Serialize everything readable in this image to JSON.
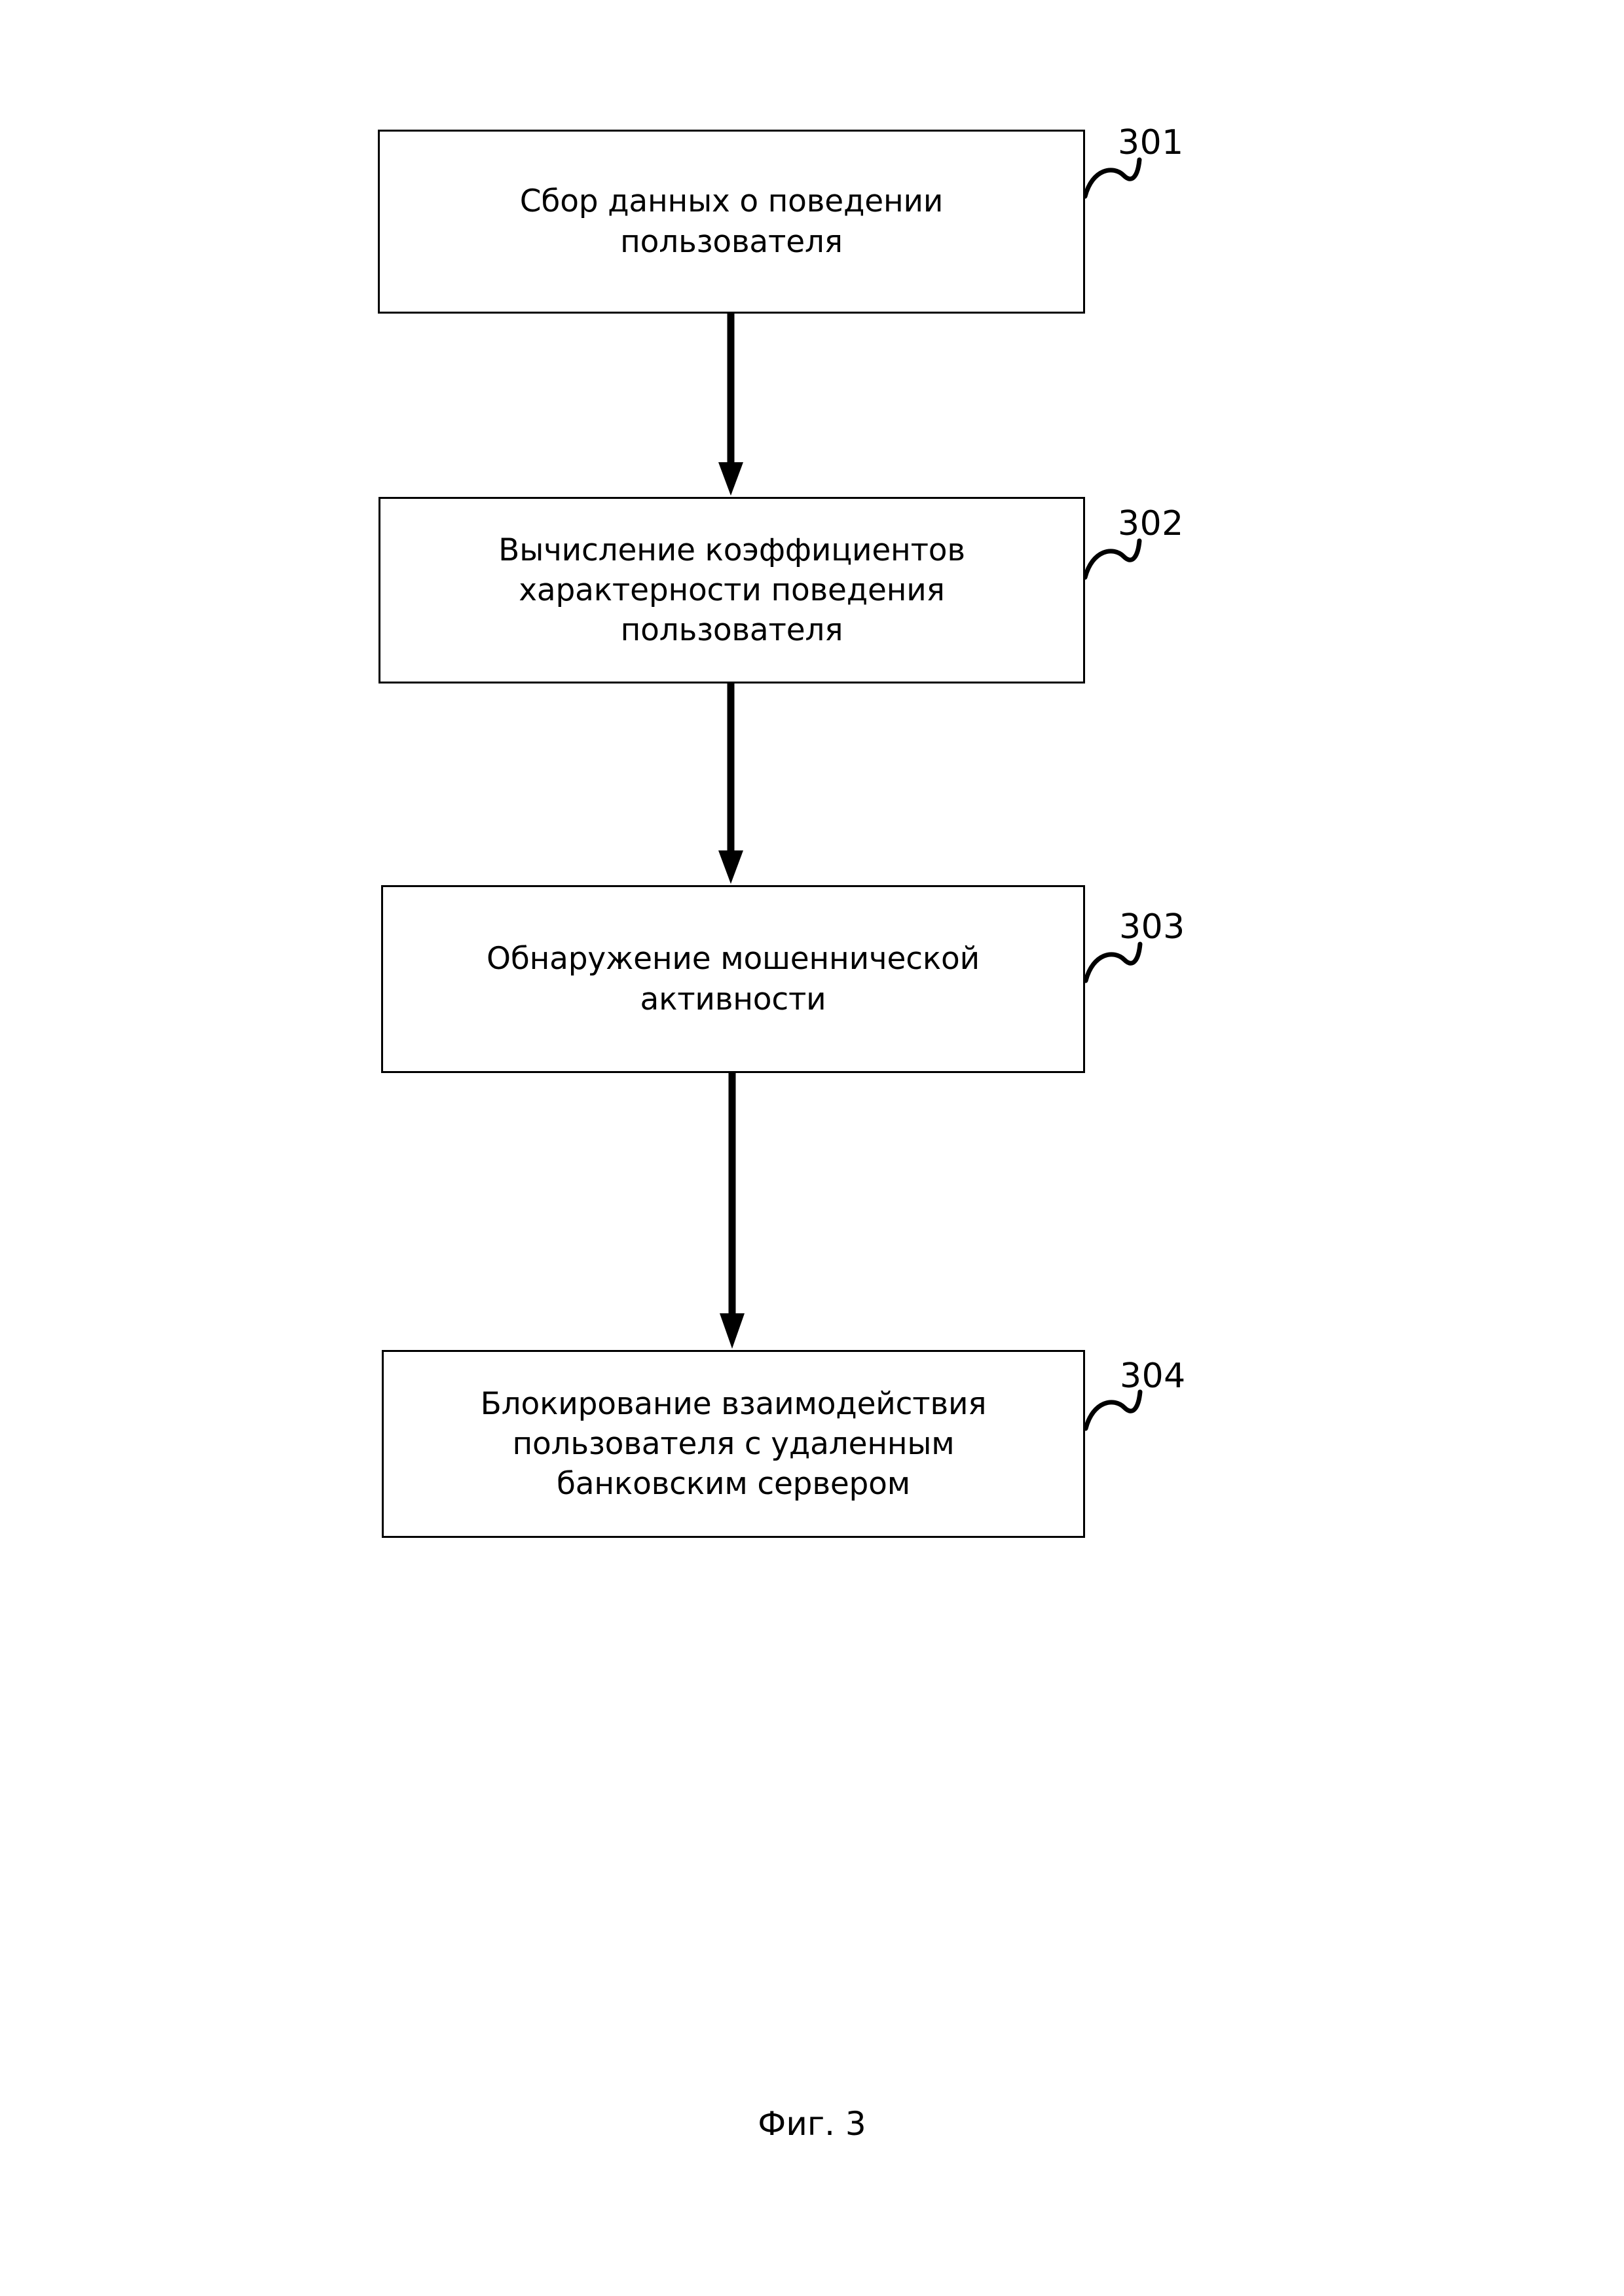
{
  "figure": {
    "caption": "Фиг. 3",
    "page_background": "#ffffff",
    "line_color": "#000000"
  },
  "flowchart": {
    "type": "flowchart",
    "orientation": "vertical",
    "steps": [
      {
        "ref": "301",
        "text": "Сбор данных о поведении пользователя",
        "lines": [
          "Сбор данных о поведении пользователя"
        ]
      },
      {
        "ref": "302",
        "text": "Вычисление коэффициентов характерности поведения пользователя",
        "lines": [
          "Вычисление коэффициентов",
          "характерности поведения пользователя"
        ]
      },
      {
        "ref": "303",
        "text": "Обнаружение мошеннической активности",
        "lines": [
          "Обнаружение мошеннической",
          "активности"
        ]
      },
      {
        "ref": "304",
        "text": "Блокирование взаимодействия пользователя с удаленным банковским сервером",
        "lines": [
          "Блокирование взаимодействия",
          "пользователя с удаленным банковским",
          "сервером"
        ]
      }
    ],
    "connectors": [
      {
        "from": "301",
        "to": "302",
        "kind": "arrow-down"
      },
      {
        "from": "302",
        "to": "303",
        "kind": "arrow-down"
      },
      {
        "from": "303",
        "to": "304",
        "kind": "arrow-down"
      }
    ]
  }
}
